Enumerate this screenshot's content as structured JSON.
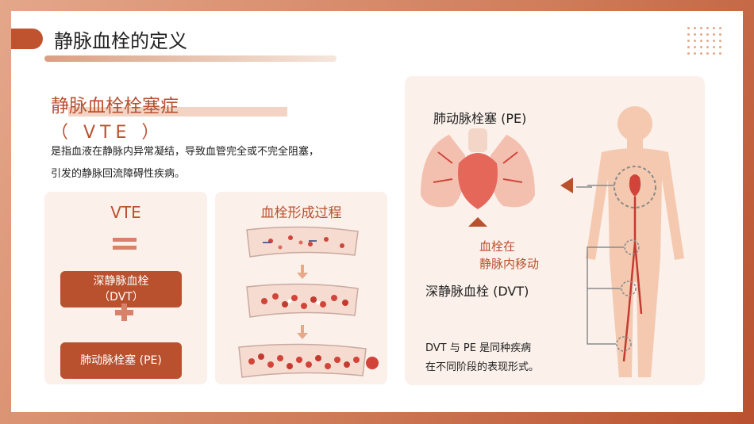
{
  "slide": {
    "title": "静脉血栓的定义",
    "heading_line1": "静脉血栓栓塞症",
    "heading_line2": "（ VTE ）",
    "description_line1": "是指血液在静脉内异常凝结，导致血管完全或不完全阻塞，",
    "description_line2": "引发的静脉回流障碍性疾病。"
  },
  "formula": {
    "vte": "VTE",
    "dvt_line1": "深静脉血栓",
    "dvt_line2": "（DVT）",
    "pe": "肺动脉栓塞 (PE)"
  },
  "process": {
    "title": "血栓形成过程"
  },
  "anatomy": {
    "pe_label": "肺动脉栓塞 (PE)",
    "migrate_line1": "血栓在",
    "migrate_line2": "静脉内移动",
    "dvt_label": "深静脉血栓 (DVT)",
    "note_line1": "DVT 与 PE 是同种疾病",
    "note_line2": "在不同阶段的表现形式。"
  },
  "colors": {
    "accent": "#b9512f",
    "panel_bg": "#fbf0ea",
    "light_accent": "#d9826a"
  }
}
